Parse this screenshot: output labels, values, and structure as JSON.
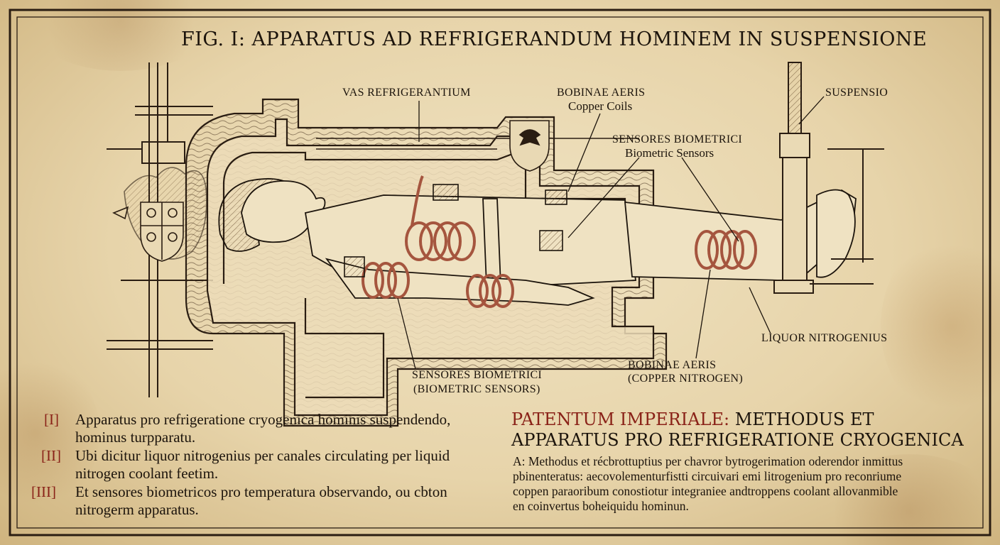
{
  "figure": {
    "title": "FIG. I: APPARATUS AD REFRIGERANDUM HOMINEM IN SUSPENSIONE"
  },
  "labels": {
    "vas": "VAS REFRIGERANTIUM",
    "bobinae_top": "BOBINAE AERIS",
    "bobinae_top_sub": "Copper Coils",
    "sensores_top": "SENSORES BIOMETRICI",
    "sensores_top_sub": "Biometric Sensors",
    "suspensio": "SUSPENSIO",
    "liquor": "LIQUOR NITROGENIUS",
    "sensores_bottom": "SENSORES BIOMETRICI",
    "sensores_bottom_sub": "(BIOMETRIC SENSORS)",
    "bobinae_bottom": "BOBINAE AERIS",
    "bobinae_bottom_sub": "(COPPER NITROGEN)"
  },
  "notes": [
    {
      "num": "[I]",
      "line1": "Apparatus pro refrigeratione cryogenica hominis suspendendo,",
      "line2": "hominus turpparatu."
    },
    {
      "num": "[II]",
      "line1": "Ubi dicitur liquor nitrogenius per canales circulating per liquid",
      "line2": "nitrogen coolant feetim."
    },
    {
      "num": "[III]",
      "line1": "Et sensores biometricos pro temperatura observando, ou cbton",
      "line2": "nitrogerm apparatus."
    }
  ],
  "patent": {
    "title_red": "PATENTUM IMPERIALE:",
    "title_rest": " METHODUS ET",
    "title_line2": "APPARATUS PRO REFRIGERATIONE CRYOGENICA",
    "body": [
      "A: Methodus et récbrottuptius per chavror bytrogerimation oderendor inmittus",
      "pbinenteratus: aecovolementurfistti circuivari emi litrogenium pro reconriume",
      "coppen paraoribum conostiotur integraniee andtroppens coolant allovanmible",
      "en coinvertus boheiquidu hominun."
    ]
  },
  "colors": {
    "ink": "#1c140c",
    "copper": "#a5553e",
    "accent_red": "#8a2218",
    "paper": "#ecdcb8"
  }
}
